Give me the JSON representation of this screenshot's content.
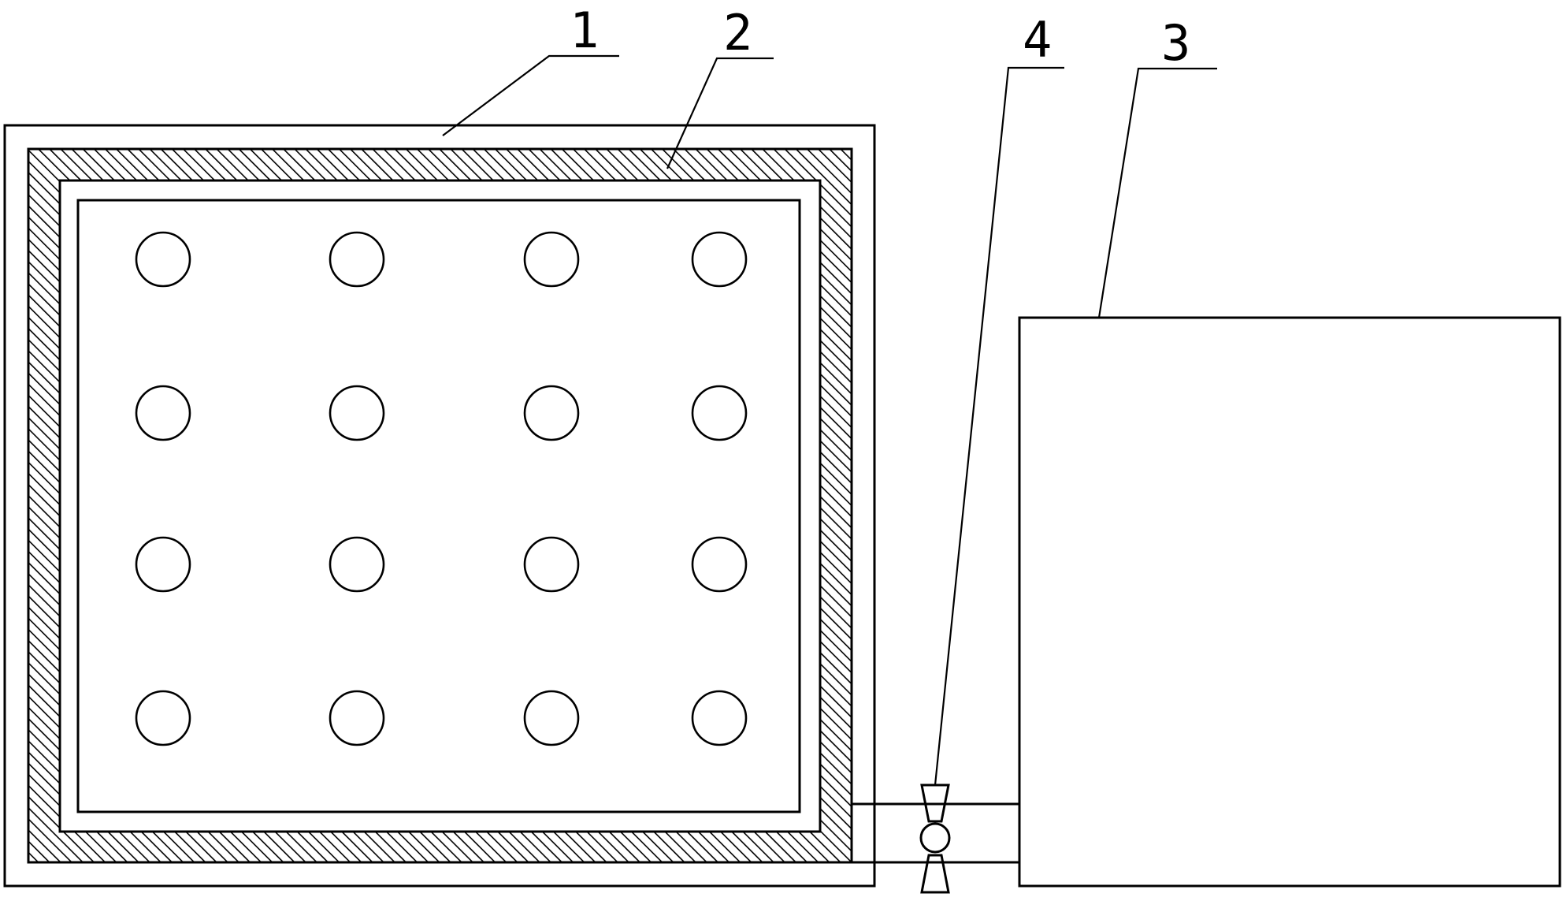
{
  "labels": {
    "outer_box": "1",
    "insulation_layer": "2",
    "tank": "3",
    "valve": "4"
  },
  "hole_grid": {
    "rows": 4,
    "cols": 4
  },
  "colors": {
    "stroke": "#000000",
    "background": "#ffffff"
  }
}
